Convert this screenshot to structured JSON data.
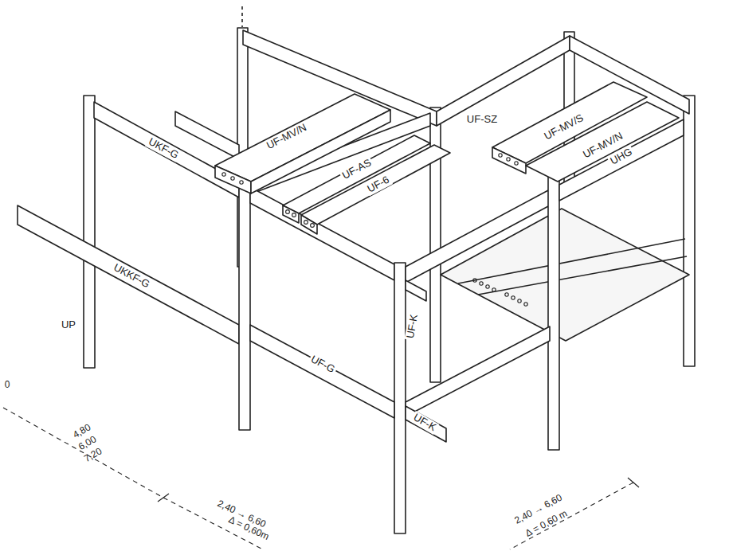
{
  "diagram": {
    "labels": [
      "UKF-G",
      "UF-MV/N",
      "UF-SZ",
      "UF-MV/S",
      "UF-MV/N",
      "UF-AS",
      "UF-6",
      "UHG",
      "UKKF-G",
      "UP",
      "UF-K",
      "UF-G",
      "UF-K",
      "4,80",
      "6,00",
      "7,20",
      "2,40 → 6,60",
      "Δ = 0,60m",
      "2,40 → 6,60",
      "Δ = 0,60 m",
      "0"
    ]
  }
}
